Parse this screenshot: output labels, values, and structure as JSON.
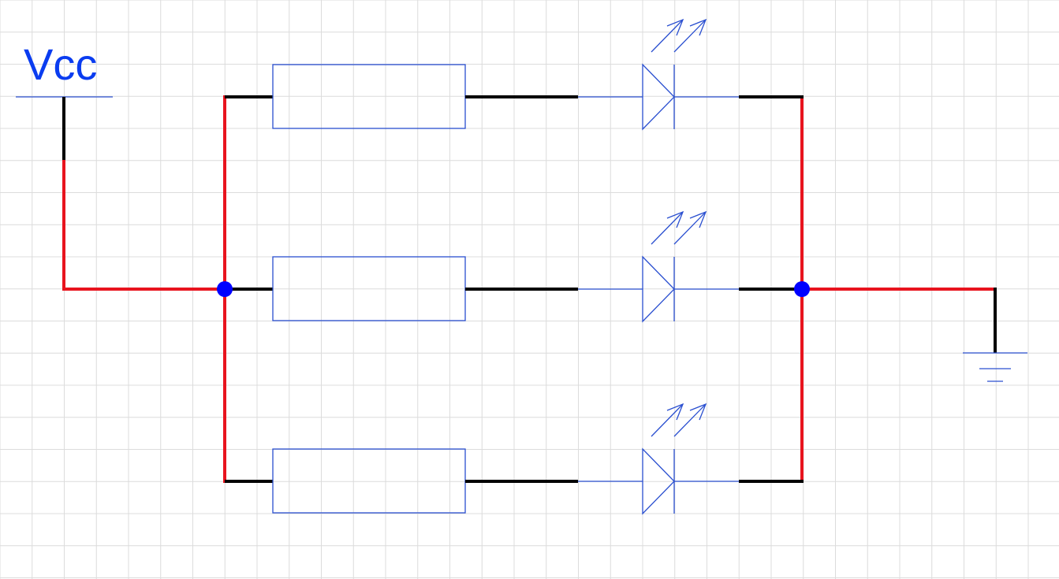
{
  "supply_label": "Vcc",
  "colors": {
    "wire_highlight": "#e8141e",
    "wire": "#000000",
    "component": "#2a4fd0",
    "junction": "#0000ff",
    "grid": "#dcdcdc"
  },
  "branches": [
    {
      "resistor": "resistor",
      "led": "led"
    },
    {
      "resistor": "resistor",
      "led": "led"
    },
    {
      "resistor": "resistor",
      "led": "led"
    }
  ]
}
